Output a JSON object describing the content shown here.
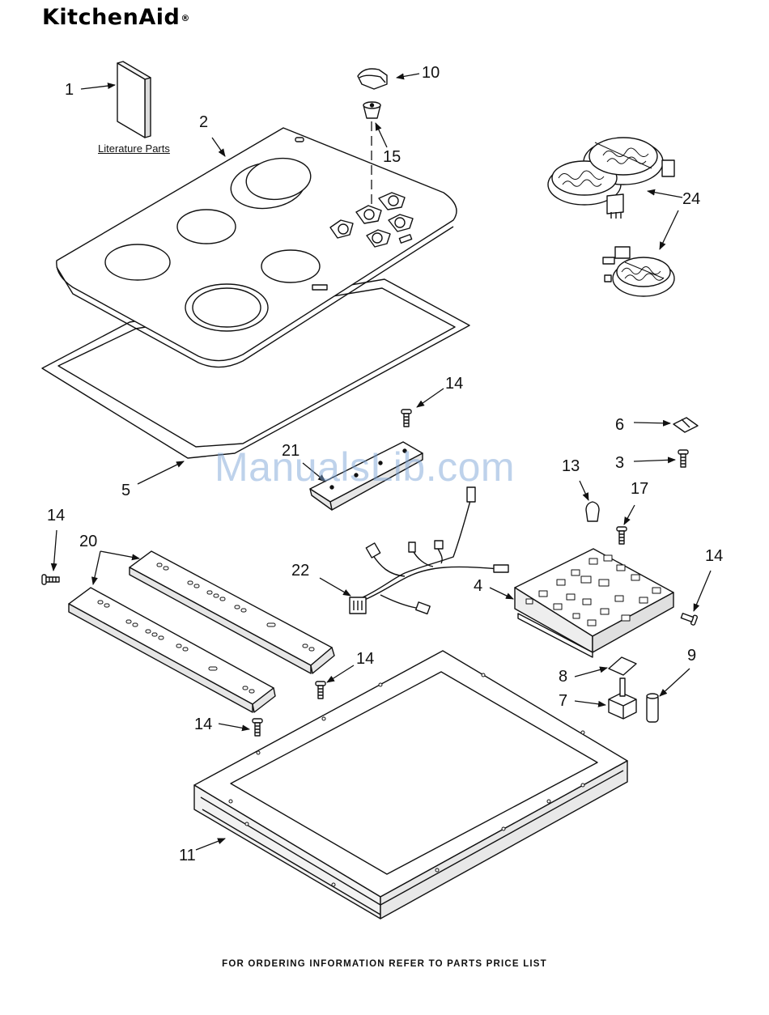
{
  "brand": "KitchenAid",
  "brand_mark": "®",
  "literature_label": "Literature Parts",
  "footer_note": "FOR ORDERING INFORMATION REFER TO PARTS PRICE LIST",
  "watermark": "ManualsLib.com",
  "callouts": {
    "c1": "1",
    "c2": "2",
    "c3": "3",
    "c4": "4",
    "c5": "5",
    "c6": "6",
    "c7": "7",
    "c8": "8",
    "c9": "9",
    "c10": "10",
    "c11": "11",
    "c13": "13",
    "c14a": "14",
    "c14b": "14",
    "c14c": "14",
    "c14d": "14",
    "c14e": "14",
    "c15": "15",
    "c17": "17",
    "c20": "20",
    "c21": "21",
    "c22": "22",
    "c24": "24"
  }
}
